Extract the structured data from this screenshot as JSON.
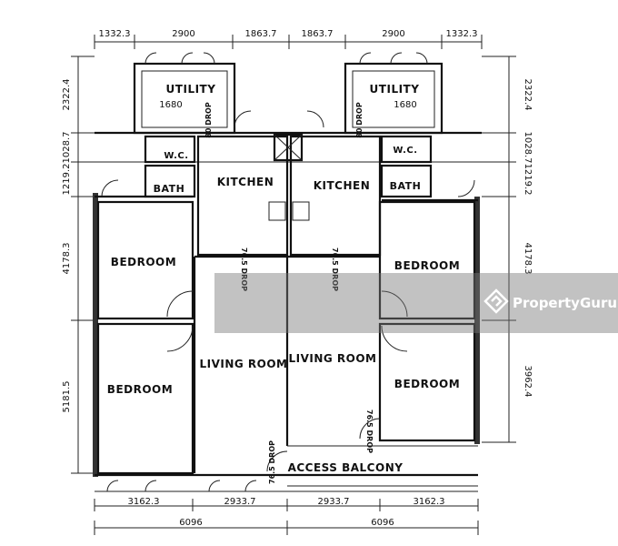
{
  "rooms": {
    "utility_left": "UTILITY",
    "utility_right": "UTILITY",
    "wc_left": "W.C.",
    "wc_right": "W.C.",
    "bath_left": "BATH",
    "bath_right": "BATH",
    "kitchen_left": "KITCHEN",
    "kitchen_right": "KITCHEN",
    "bedroom_tl": "BEDROOM",
    "bedroom_bl": "BEDROOM",
    "bedroom_tr": "BEDROOM",
    "bedroom_br": "BEDROOM",
    "living_left": "LIVING ROOM",
    "living_right": "LIVING ROOM",
    "access_balcony": "ACCESS BALCONY"
  },
  "dimensions": {
    "top": [
      "1332.3",
      "2900",
      "1863.7",
      "1863.7",
      "2900",
      "1332.3"
    ],
    "utility_width_left": "1680",
    "utility_width_right": "1680",
    "left_side": [
      "2322.4",
      "1028.7",
      "1219.2",
      "4178.3",
      "5181.5"
    ],
    "right_side": [
      "2322.4",
      "1028.7",
      "1219.2",
      "4178.3",
      "3962.4"
    ],
    "bottom_inner": [
      "3162.3",
      "2933.7",
      "2933.7",
      "3162.3"
    ],
    "bottom_outer": [
      "6096",
      "6096"
    ]
  },
  "drops": {
    "utility_left": "80 DROP",
    "utility_right": "80 DROP",
    "kitchen_left": "76.5 DROP",
    "kitchen_right": "76.5 DROP",
    "balcony_left": "76.5 DROP",
    "balcony_right": "76.5 DROP"
  },
  "watermark": {
    "brand": "PropertyGuru",
    "logo_icon": "propertyguru-logo-icon"
  }
}
